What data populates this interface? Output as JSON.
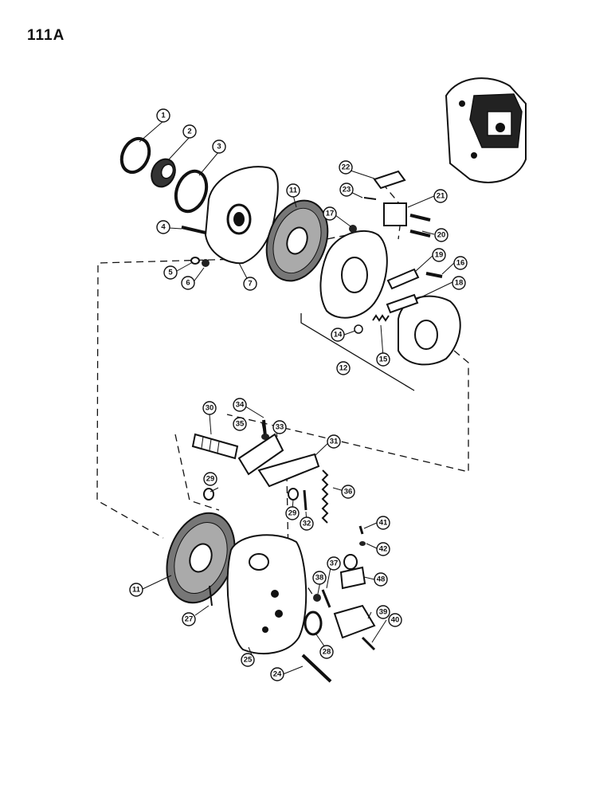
{
  "page_number": "111A",
  "callouts": [
    "1",
    "2",
    "3",
    "4",
    "5",
    "6",
    "7",
    "11",
    "12",
    "14",
    "15",
    "16",
    "17",
    "18",
    "19",
    "20",
    "21",
    "22",
    "23",
    "24",
    "25",
    "27",
    "28",
    "29",
    "30",
    "31",
    "32",
    "33",
    "34",
    "35",
    "36",
    "37",
    "38",
    "39",
    "40",
    "41",
    "42",
    "48"
  ]
}
